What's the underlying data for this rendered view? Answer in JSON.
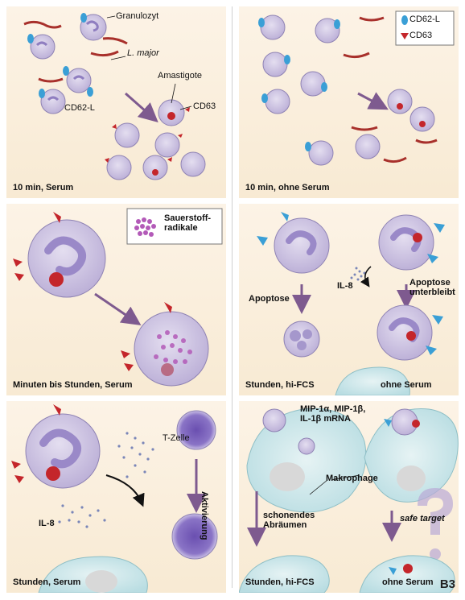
{
  "figure_tag": "B3",
  "legend": {
    "cd62l": "CD62-L",
    "cd63": "CD63",
    "ros": "Sauerstoff-\nradikale"
  },
  "panels": [
    {
      "id": "p1",
      "caption": "10 min, Serum",
      "labels": {
        "granulozyt": "Granulozyt",
        "lmajor": "L. major",
        "amastigote": "Amastigote",
        "cd62l": "CD62-L",
        "cd63": "CD63"
      }
    },
    {
      "id": "p2",
      "caption": "10 min, ohne Serum"
    },
    {
      "id": "p3",
      "caption": "Minuten bis Stunden, Serum"
    },
    {
      "id": "p4",
      "caption": "Stunden, hi-FCS",
      "caption_right": "ohne Serum",
      "labels": {
        "apoptose": "Apoptose",
        "il8": "IL-8",
        "apoptose_unterbleibt": "Apoptose\nunterbleibt"
      }
    },
    {
      "id": "p5",
      "caption": "Stunden, Serum",
      "labels": {
        "tzelle": "T-Zelle",
        "aktivierung": "Aktivierung",
        "il8": "IL-8"
      }
    },
    {
      "id": "p6",
      "caption": "Stunden, hi-FCS",
      "caption_right": "ohne Serum",
      "labels": {
        "mip": "MIP-1α, MIP-1β,\nIL-1β mRNA",
        "makrophage": "Makrophage",
        "schonendes": "schonendes\nAbräumen",
        "safe_target": "safe target"
      }
    }
  ],
  "colors": {
    "cell_fill": "#cfc5e2",
    "cell_edge": "#8f83b4",
    "nucleus": "#a597cc",
    "cd62l": "#3a9fd6",
    "cd63": "#c4262b",
    "parasite": "#a8302b",
    "arrow": "#7e5a8f",
    "macrophage": "#cfe7ea",
    "ros": "#b35ab8"
  }
}
